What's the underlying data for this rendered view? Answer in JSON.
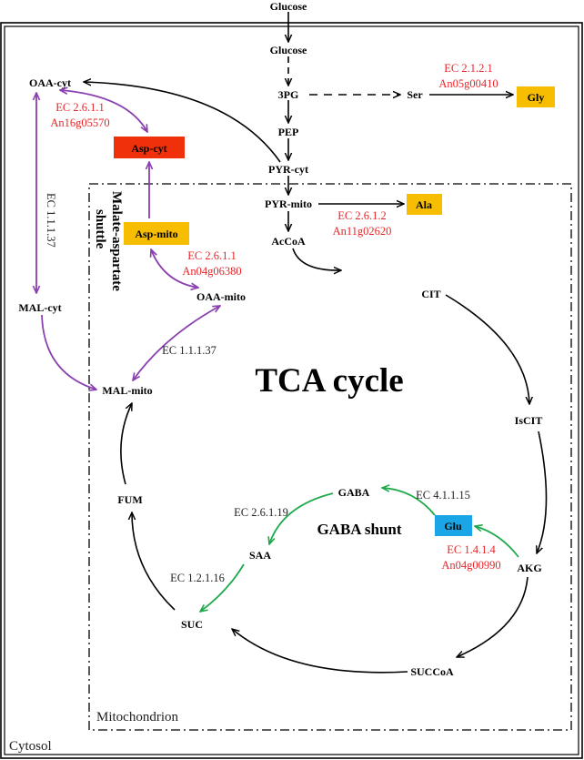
{
  "colors": {
    "black": "#000000",
    "purple": "#8a3fb0",
    "green": "#1eaa4a",
    "red_text": "#e8262a",
    "yellow_box": "#f7bd00",
    "red_box": "#f0300a",
    "blue_box": "#1aa6e6"
  },
  "regions": {
    "cytosol": "Cytosol",
    "mitochondrion": "Mitochondrion",
    "shuttle_line1": "Malate-aspartate",
    "shuttle_line2": "shuttle"
  },
  "titles": {
    "tca": "TCA cycle",
    "gaba_shunt": "GABA shunt"
  },
  "metabolites": {
    "glucose_top": "Glucose",
    "glucose": "Glucose",
    "pg3": "3PG",
    "pep": "PEP",
    "pyr_cyt": "PYR-cyt",
    "ser": "Ser",
    "gly": "Gly",
    "oaa_cyt": "OAA-cyt",
    "asp_cyt": "Asp-cyt",
    "mal_cyt": "MAL-cyt",
    "asp_mito": "Asp-mito",
    "oaa_mito": "OAA-mito",
    "mal_mito": "MAL-mito",
    "pyr_mito": "PYR-mito",
    "ala": "Ala",
    "acoa": "AcCoA",
    "cit": "CIT",
    "iscit": "IsCIT",
    "akg": "AKG",
    "succoa": "SUCCoA",
    "suc": "SUC",
    "fum": "FUM",
    "gaba": "GABA",
    "saa": "SAA",
    "glu": "Glu"
  },
  "enzymes": {
    "ser_gly_ec": "EC 2.1.2.1",
    "ser_gly_gene": "An05g00410",
    "oaa_asp_cyt_ec": "EC 2.6.1.1",
    "oaa_asp_cyt_gene": "An16g05570",
    "mal_cyt_ec": "EC 1.1.1.37",
    "pyr_ala_ec": "EC 2.6.1.2",
    "pyr_ala_gene": "An11g02620",
    "asp_oaa_mito_ec": "EC 2.6.1.1",
    "asp_oaa_mito_gene": "An04g06380",
    "mal_mito_ec": "EC 1.1.1.37",
    "glu_gaba_ec": "EC 4.1.1.15",
    "akg_glu_ec": "EC 1.4.1.4",
    "akg_glu_gene": "An04g00990",
    "gaba_saa_ec": "EC 2.6.1.19",
    "saa_suc_ec": "EC 1.2.1.16"
  }
}
